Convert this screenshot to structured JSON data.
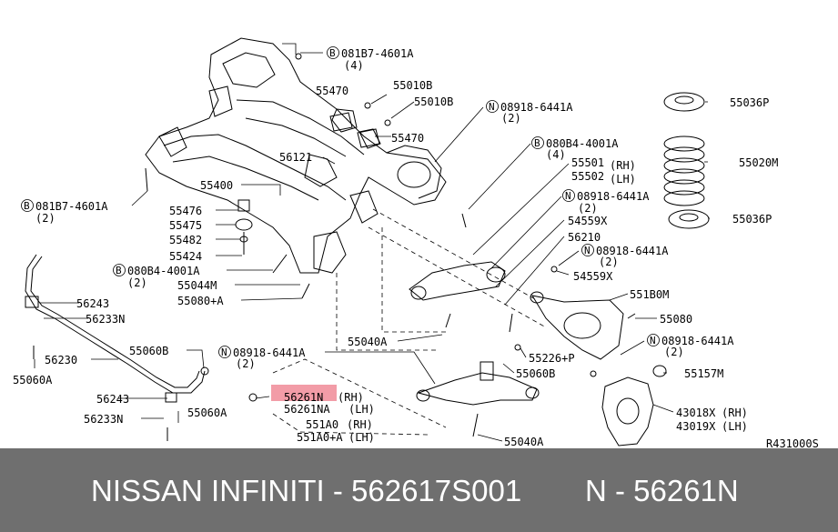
{
  "diagram_ref": "R431000S",
  "footer": {
    "text_main": "NISSAN INFINITI - 562617S001",
    "text_part": "N - 56261N"
  },
  "labels": {
    "l01": "081B7-4601A",
    "l01q": "(4)",
    "l02": "55470",
    "l03": "55010B",
    "l04": "55010B",
    "l05": "55470",
    "l06": "08918-6441A",
    "l06q": "(2)",
    "l07": "55036P",
    "l08": "080B4-4001A",
    "l08q": "(4)",
    "l09": "55501",
    "l09a": "(RH)",
    "l10": "55502",
    "l10a": "(LH)",
    "l11": "56121",
    "l12": "55020M",
    "l13": "081B7-4601A",
    "l13q": "(2)",
    "l14": "55400",
    "l15": "08918-6441A",
    "l15q": "(2)",
    "l16": "55476",
    "l17": "54559X",
    "l18": "55036P",
    "l19": "55475",
    "l20": "55482",
    "l21": "56210",
    "l22": "55424",
    "l23": "08918-6441A",
    "l23q": "(2)",
    "l24": "080B4-4001A",
    "l24q": "(2)",
    "l25": "54559X",
    "l26": "55044M",
    "l27": "56243",
    "l28": "551B0M",
    "l29": "56233N",
    "l30": "55080+A",
    "l31": "55080",
    "l32": "55040A",
    "l33": "08918-6441A",
    "l33q": "(2)",
    "l34": "55060B",
    "l35": "55226+P",
    "l36": "56230",
    "l37": "08918-6441A",
    "l37q": "(2)",
    "l38": "55060B",
    "l39": "55157M",
    "l40": "55060A",
    "l41": "56243",
    "l42": "56261N",
    "l42a": "(RH)",
    "l43": "56261NA",
    "l43a": "(LH)",
    "l44": "43018X",
    "l44a": "(RH)",
    "l45": "43019X",
    "l45a": "(LH)",
    "l46": "56233N",
    "l47": "55060A",
    "l48": "551A0",
    "l48a": "(RH)",
    "l49": "551A0+A",
    "l49a": "(LH)",
    "l50": "55040A"
  },
  "bolt_marker": "B",
  "nut_marker": "N",
  "highlight_color": "#e84a5f"
}
